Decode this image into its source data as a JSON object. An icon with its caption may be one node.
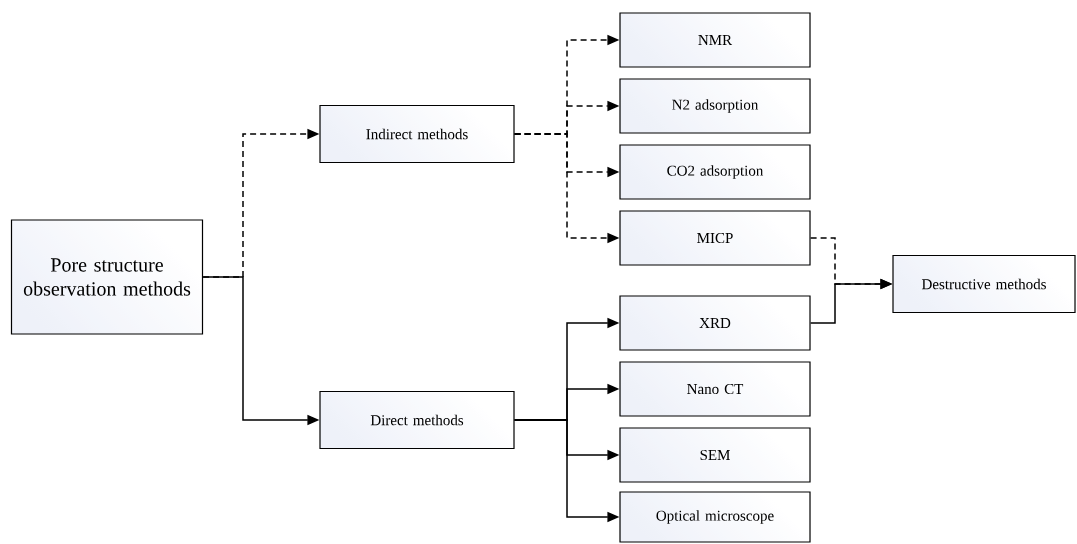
{
  "diagram": {
    "nodes": [
      {
        "text": [
          "Pore structure observation methods"
        ]
      },
      {
        "text": [
          "Indirect methods"
        ]
      },
      {
        "text": [
          "Direct methods"
        ]
      },
      {
        "text": [
          "NMR"
        ]
      },
      {
        "text": [
          "N2 adsorption"
        ]
      },
      {
        "text": [
          "CO2 adsorption"
        ]
      },
      {
        "text": [
          "MICP"
        ]
      },
      {
        "text": [
          "XRD"
        ]
      },
      {
        "text": [
          "Nano CT"
        ]
      },
      {
        "text": [
          "SEM"
        ]
      },
      {
        "text": [
          "Optical microscope"
        ]
      },
      {
        "text": [
          "Destructive methods"
        ]
      }
    ],
    "edges": [
      {
        "from": 0,
        "to": 1,
        "arrow": "to",
        "style": "dashed"
      },
      {
        "from": 0,
        "to": 2,
        "arrow": "to"
      },
      {
        "from": 1,
        "to": 3,
        "arrow": "to",
        "style": "dashed"
      },
      {
        "from": 1,
        "to": 4,
        "arrow": "to",
        "style": "dashed"
      },
      {
        "from": 1,
        "to": 5,
        "arrow": "to",
        "style": "dashed"
      },
      {
        "from": 1,
        "to": 6,
        "arrow": "to",
        "style": "dashed"
      },
      {
        "from": 2,
        "to": 7,
        "arrow": "to"
      },
      {
        "from": 2,
        "to": 8,
        "arrow": "to"
      },
      {
        "from": 2,
        "to": 9,
        "arrow": "to"
      },
      {
        "from": 2,
        "to": 10,
        "arrow": "to"
      },
      {
        "from": 6,
        "to": 11,
        "arrow": "to",
        "style": "dashed"
      },
      {
        "from": 7,
        "to": 11,
        "arrow": "to"
      }
    ]
  }
}
